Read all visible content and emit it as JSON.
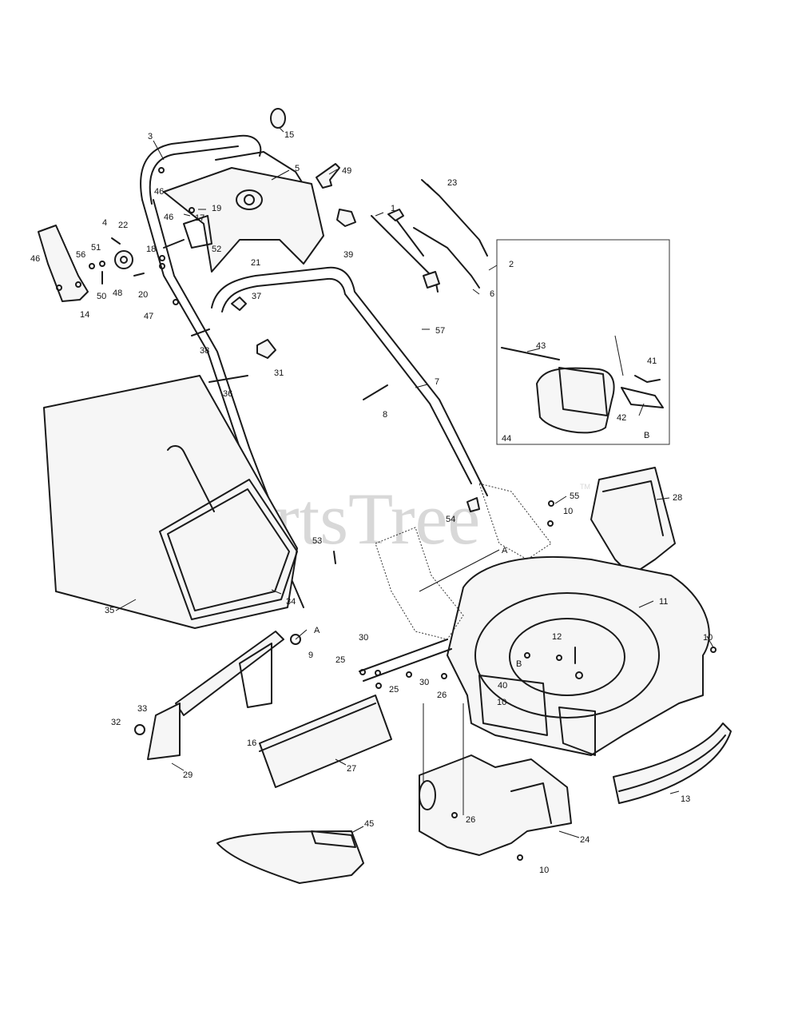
{
  "watermark": {
    "text": "PartsTree",
    "tm": "TM"
  },
  "callouts": [
    {
      "id": "c15",
      "text": "15"
    },
    {
      "id": "c3",
      "text": "3"
    },
    {
      "id": "c5",
      "text": "5"
    },
    {
      "id": "c49",
      "text": "49"
    },
    {
      "id": "c46a",
      "text": "46"
    },
    {
      "id": "c19",
      "text": "19"
    },
    {
      "id": "c46b",
      "text": "46"
    },
    {
      "id": "c17",
      "text": "17"
    },
    {
      "id": "c4",
      "text": "4"
    },
    {
      "id": "c22",
      "text": "22"
    },
    {
      "id": "c46c",
      "text": "46"
    },
    {
      "id": "c56",
      "text": "56"
    },
    {
      "id": "c51",
      "text": "51"
    },
    {
      "id": "c18",
      "text": "18"
    },
    {
      "id": "c52",
      "text": "52"
    },
    {
      "id": "c21",
      "text": "21"
    },
    {
      "id": "c48",
      "text": "48"
    },
    {
      "id": "c50",
      "text": "50"
    },
    {
      "id": "c20",
      "text": "20"
    },
    {
      "id": "c14",
      "text": "14"
    },
    {
      "id": "c47",
      "text": "47"
    },
    {
      "id": "c37",
      "text": "37"
    },
    {
      "id": "c39",
      "text": "39"
    },
    {
      "id": "c38",
      "text": "38"
    },
    {
      "id": "c31",
      "text": "31"
    },
    {
      "id": "c36",
      "text": "36"
    },
    {
      "id": "c23",
      "text": "23"
    },
    {
      "id": "c1",
      "text": "1"
    },
    {
      "id": "c2",
      "text": "2"
    },
    {
      "id": "c6",
      "text": "6"
    },
    {
      "id": "c57",
      "text": "57"
    },
    {
      "id": "c7",
      "text": "7"
    },
    {
      "id": "c8",
      "text": "8"
    },
    {
      "id": "c43",
      "text": "43"
    },
    {
      "id": "c41",
      "text": "41"
    },
    {
      "id": "c42",
      "text": "42"
    },
    {
      "id": "cB1",
      "text": "B"
    },
    {
      "id": "c44",
      "text": "44"
    },
    {
      "id": "c28",
      "text": "28"
    },
    {
      "id": "c55",
      "text": "55"
    },
    {
      "id": "c10a",
      "text": "10"
    },
    {
      "id": "c54",
      "text": "54"
    },
    {
      "id": "c53",
      "text": "53"
    },
    {
      "id": "cA1",
      "text": "A"
    },
    {
      "id": "c11",
      "text": "11"
    },
    {
      "id": "c35",
      "text": "35"
    },
    {
      "id": "c34",
      "text": "34"
    },
    {
      "id": "cA2",
      "text": "A"
    },
    {
      "id": "c9",
      "text": "9"
    },
    {
      "id": "c30a",
      "text": "30"
    },
    {
      "id": "c12",
      "text": "12"
    },
    {
      "id": "c10b",
      "text": "10"
    },
    {
      "id": "c25a",
      "text": "25"
    },
    {
      "id": "c30b",
      "text": "30"
    },
    {
      "id": "c25b",
      "text": "25"
    },
    {
      "id": "cB2",
      "text": "B"
    },
    {
      "id": "c40",
      "text": "40"
    },
    {
      "id": "c26a",
      "text": "26"
    },
    {
      "id": "c10c",
      "text": "10"
    },
    {
      "id": "c33",
      "text": "33"
    },
    {
      "id": "c32",
      "text": "32"
    },
    {
      "id": "c16",
      "text": "16"
    },
    {
      "id": "c29",
      "text": "29"
    },
    {
      "id": "c27",
      "text": "27"
    },
    {
      "id": "c13",
      "text": "13"
    },
    {
      "id": "c26b",
      "text": "26"
    },
    {
      "id": "c24",
      "text": "24"
    },
    {
      "id": "c45",
      "text": "45"
    },
    {
      "id": "c10d",
      "text": "10"
    }
  ]
}
